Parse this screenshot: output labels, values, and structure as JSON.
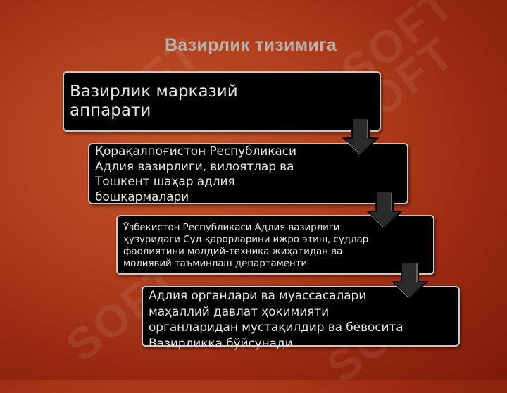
{
  "title": "Вазирлик тизимига",
  "watermark": "SOFT",
  "steps": [
    {
      "text": "Вазирлик марказий\nаппарати"
    },
    {
      "text": "Қорақалпоғистон Республикаси\nАдлия вазирлиги, вилоятлар ва\nТошкент шаҳар адлия\nбошқармалари"
    },
    {
      "text": "Ўзбекистон Республикаси Адлия вазирлиги\nҳузуридаги Суд қарорларини ижро этиш, судлар\nфаолиятини моддий-техника жиҳатидан ва\nмолиявий таъминлаш департаменти"
    },
    {
      "text": "Адлия органлари ва муассасалари\nмаҳаллий давлат ҳокимияти\nорганларидан мустақилдир ва бевосита\nВазирликка бўйсунади."
    }
  ],
  "colors": {
    "background": "#b2411f",
    "box_fill": "#000000",
    "box_border": "#c9c9c9",
    "title": "#b8b2ad"
  }
}
